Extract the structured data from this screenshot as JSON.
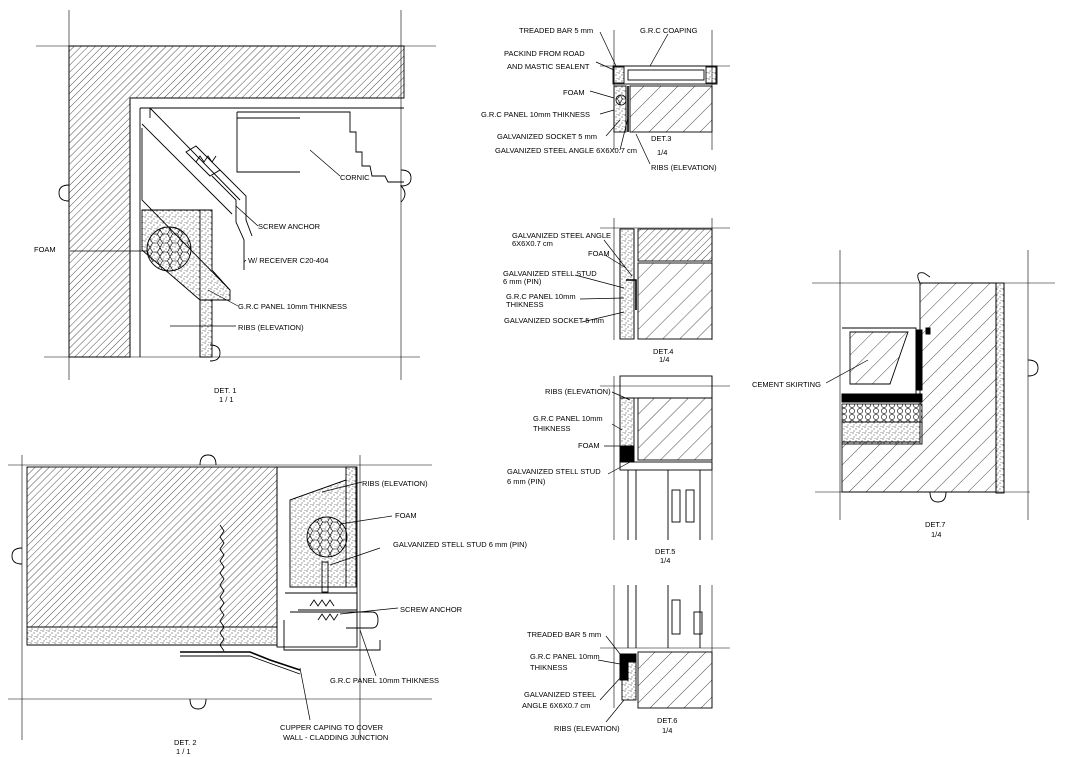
{
  "details": {
    "det1": {
      "title": "DET. 1",
      "scale": "1 / 1",
      "labels": {
        "foam": "FOAM",
        "cornic": "CORNIC",
        "screw_anchor": "SCREW ANCHOR",
        "receiver": "W/ RECEIVER C20-404",
        "grc_panel": "G.R.C PANEL 10mm THIKNESS",
        "ribs": "RIBS (ELEVATION)"
      }
    },
    "det2": {
      "title": "DET. 2",
      "scale": "1 / 1",
      "labels": {
        "ribs": "RIBS (ELEVATION)",
        "foam": "FOAM",
        "stud": "GALVANIZED STELL STUD 6 mm (PIN)",
        "screw_anchor": "SCREW ANCHOR",
        "grc_panel": "G.R.C PANEL 10mm THIKNESS",
        "capping_1": "CUPPER CAPING TO COVER",
        "capping_2": "WALL - CLADDING JUNCTION"
      }
    },
    "det3": {
      "title": "DET.3",
      "scale": "1/4",
      "labels": {
        "treaded_bar": "TREADED BAR 5 mm",
        "grc_coaping": "G.R.C COAPING",
        "packing_1": "PACKIND FROM ROAD",
        "packing_2": "AND MASTIC SEALENT",
        "foam": "FOAM",
        "grc_panel": "G.R.C PANEL 10mm THIKNESS",
        "socket": "GALVANIZED SOCKET 5 mm",
        "angle": "GALVANIZED STEEL ANGLE 6X6X0.7 cm",
        "ribs": "RIBS (ELEVATION)"
      }
    },
    "det4": {
      "title": "DET.4",
      "scale": "1/4",
      "labels": {
        "angle_1": "GALVANIZED STEEL ANGLE",
        "angle_2": "6X6X0.7 cm",
        "foam": "FOAM",
        "stud_1": "GALVANIZED STELL STUD",
        "stud_2": "6 mm (PIN)",
        "grc_1": "G.R.C PANEL 10mm",
        "grc_2": "THIKNESS",
        "socket": "GALVANIZED SOCKET 5 mm"
      }
    },
    "det5": {
      "title": "DET.5",
      "scale": "1/4",
      "labels": {
        "ribs": "RIBS (ELEVATION)",
        "grc_1": "G.R.C PANEL 10mm",
        "grc_2": "THIKNESS",
        "foam": "FOAM",
        "stud_1": "GALVANIZED STELL STUD",
        "stud_2": "6 mm (PIN)"
      }
    },
    "det6": {
      "title": "DET.6",
      "scale": "1/4",
      "labels": {
        "treaded_bar": "TREADED BAR 5 mm",
        "grc_1": "G.R.C PANEL 10mm",
        "grc_2": "THIKNESS",
        "angle_1": "GALVANIZED STEEL",
        "angle_2": "ANGLE 6X6X0.7 cm",
        "ribs": "RIBS (ELEVATION)"
      }
    },
    "det7": {
      "title": "DET.7",
      "scale": "1/4",
      "labels": {
        "skirting": "CEMENT SKIRTING"
      }
    }
  }
}
